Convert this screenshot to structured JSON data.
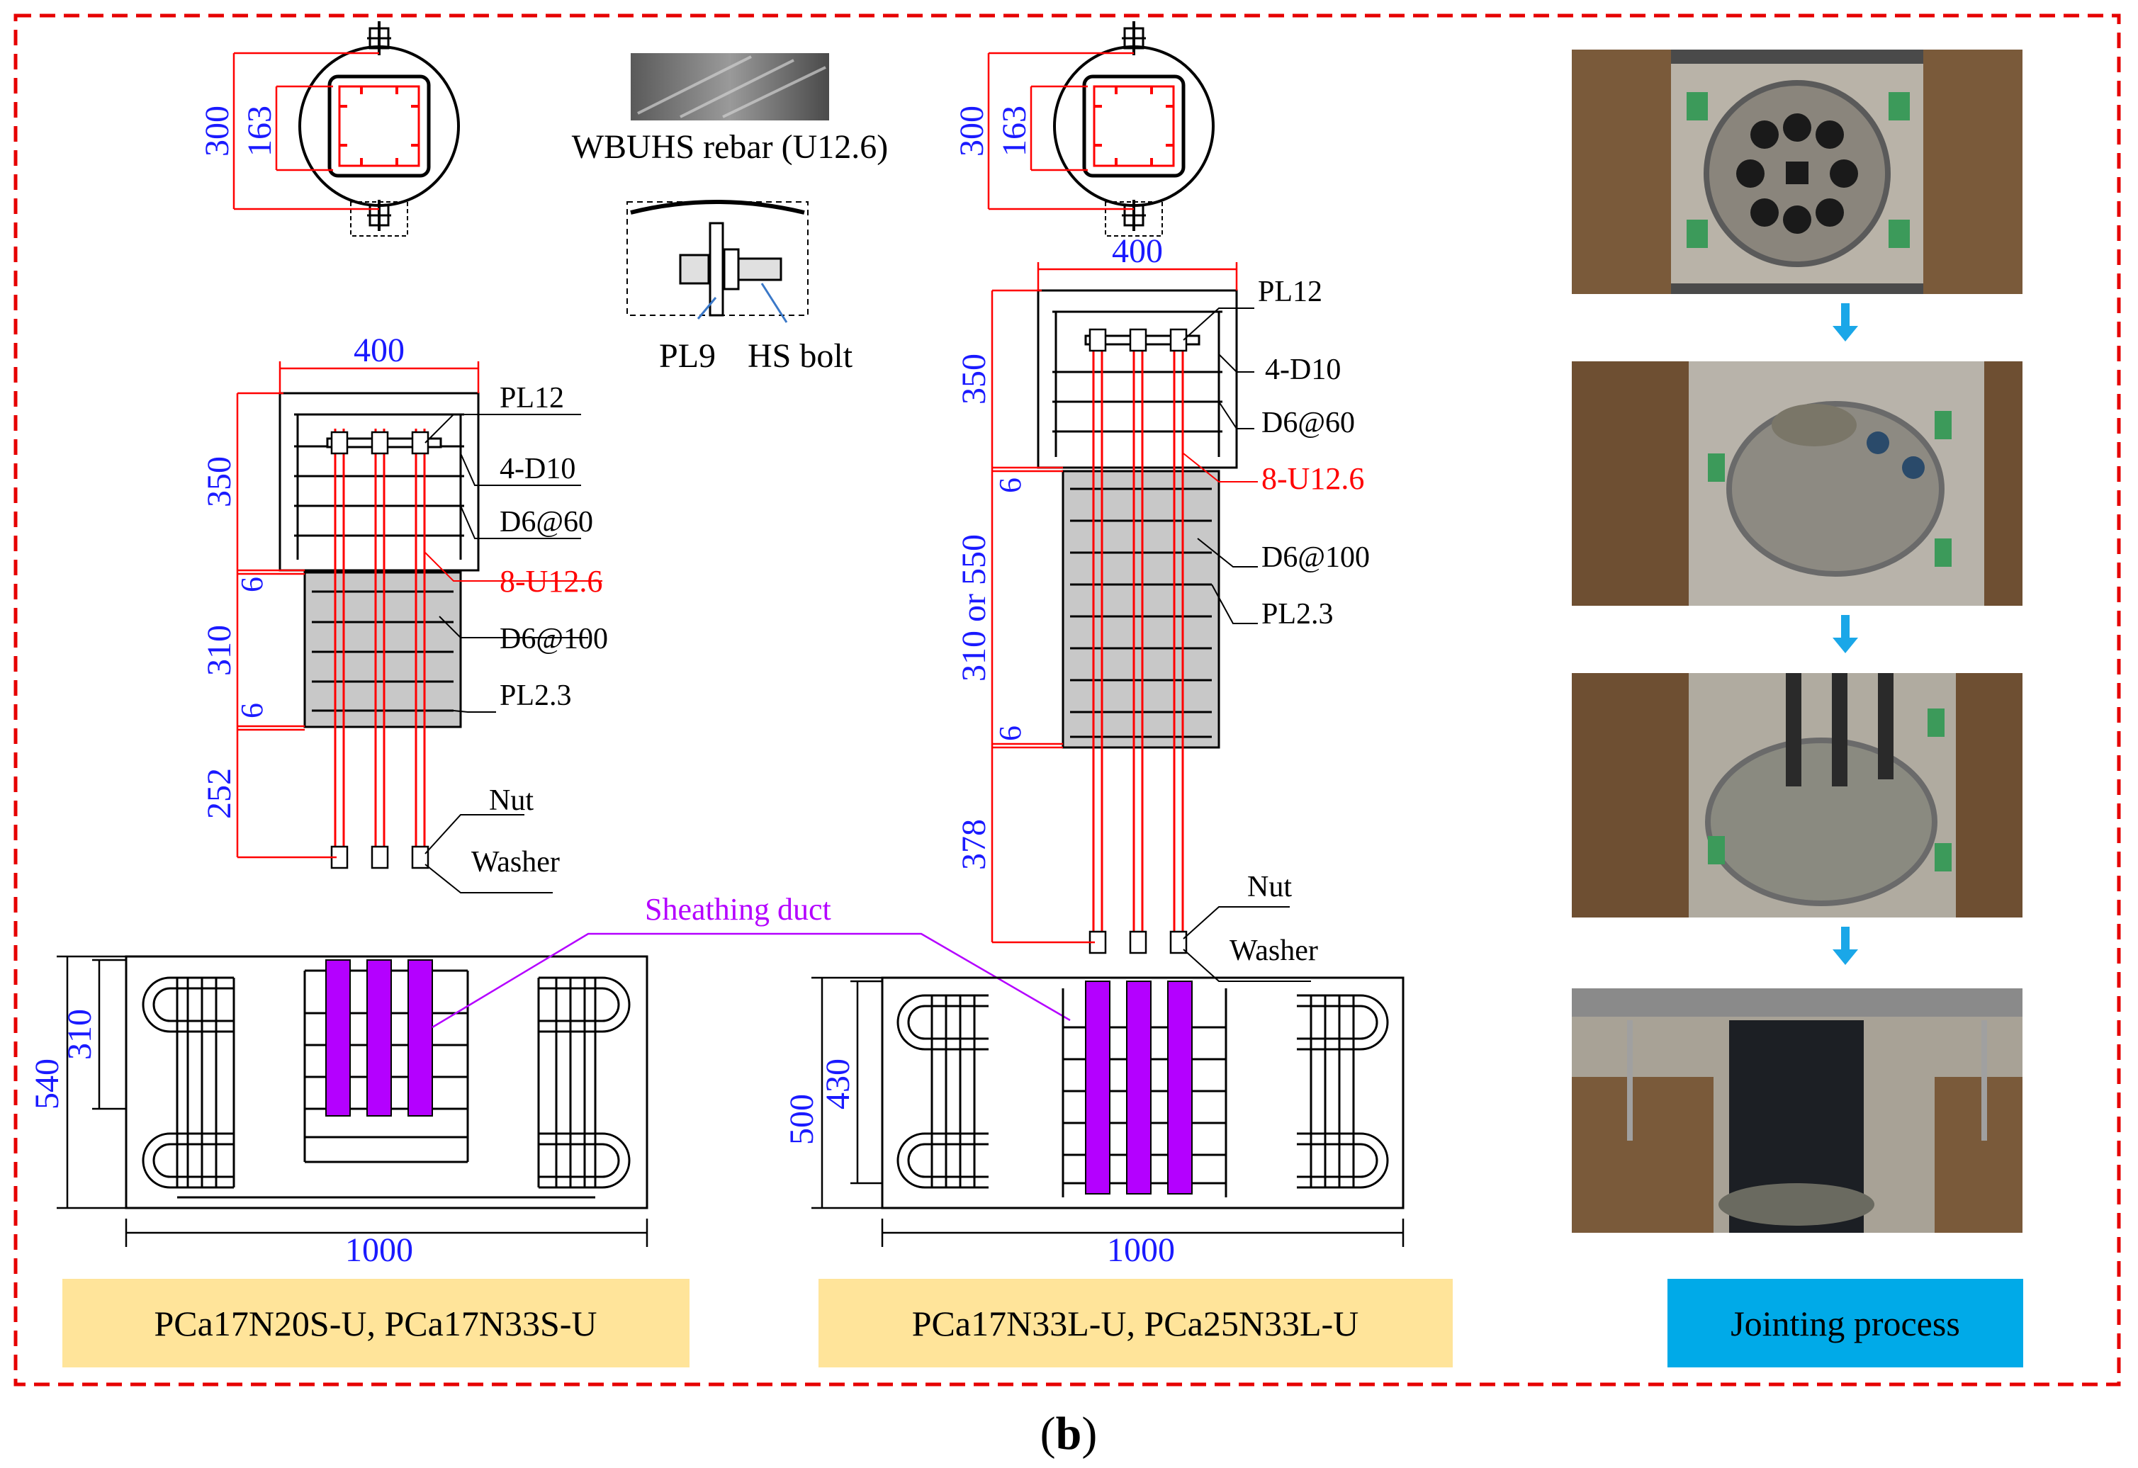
{
  "colors": {
    "dimension": "#1a1aff",
    "line": "#000000",
    "red_rebar": "#ff0000",
    "duct": "#b400ff",
    "tube_fill": "#c8c8c8",
    "label_yellow_bg": "#ffe49a",
    "label_blue_bg": "#00aae8",
    "arrow": "#1aa7e8",
    "border": "#e60000",
    "leader": "#3a78c8"
  },
  "left_specimen": {
    "section": {
      "dim_outer": "300",
      "dim_inner": "163"
    },
    "elevation": {
      "dim_width": "400",
      "dim_top": "350",
      "dim_gap1": "6",
      "dim_tube": "310",
      "dim_gap2": "6",
      "dim_bottom": "252",
      "labels": {
        "pl12": "PL12",
        "d10": "4-D10",
        "d6_60": "D6@60",
        "u126": "8-U12.6",
        "d6_100": "D6@100",
        "pl23": "PL2.3",
        "nut": "Nut",
        "washer": "Washer"
      }
    },
    "plan": {
      "dim_length": "1000",
      "dim_width": "540",
      "dim_inner": "310"
    },
    "caption": "PCa17N20S-U, PCa17N33S-U"
  },
  "detail": {
    "rebar_label": "WBUHS rebar (U12.6)",
    "plate_label": "PL9",
    "bolt_label": "HS bolt"
  },
  "sheathing_label": "Sheathing duct",
  "right_specimen": {
    "section": {
      "dim_outer": "300",
      "dim_inner": "163"
    },
    "elevation": {
      "dim_width": "400",
      "dim_top": "350",
      "dim_gap1": "6",
      "dim_tube": "310 or 550",
      "dim_gap2": "6",
      "dim_bottom": "378",
      "labels": {
        "pl12": "PL12",
        "d10": "4-D10",
        "d6_60": "D6@60",
        "u126": "8-U12.6",
        "d6_100": "D6@100",
        "pl23": "PL2.3",
        "nut": "Nut",
        "washer": "Washer"
      }
    },
    "plan": {
      "dim_length": "1000",
      "dim_width": "500",
      "dim_inner": "430"
    },
    "caption": "PCa17N33L-U, PCa25N33L-U"
  },
  "process": {
    "caption": "Jointing process",
    "photos": [
      {
        "alt": "hollow column base before grouting"
      },
      {
        "alt": "pouring grout into base"
      },
      {
        "alt": "inserting bars into grout"
      },
      {
        "alt": "steel tube column set on base"
      }
    ]
  },
  "figure_label": {
    "open": "(",
    "letter": "b",
    "close": ")"
  }
}
